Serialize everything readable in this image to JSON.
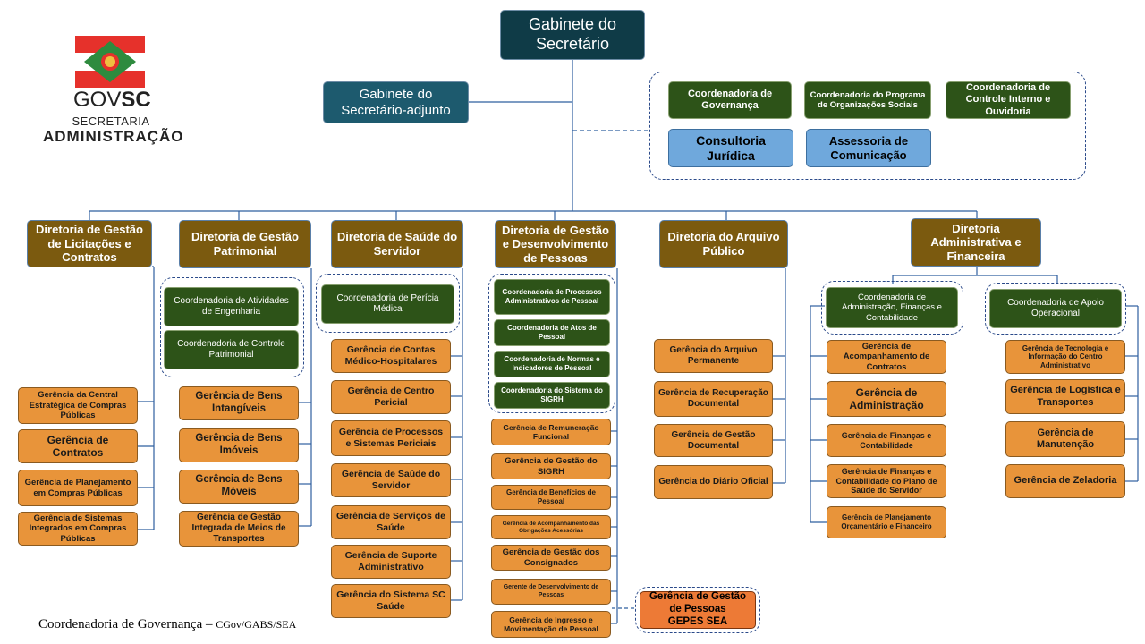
{
  "logo": {
    "brand_prefix": "GOV",
    "brand_suffix": "SC",
    "line1": "SECRETARIA",
    "line2": "ADMINISTRAÇÃO",
    "colors": {
      "red": "#e6312b",
      "green": "#2e8b3e",
      "white": "#ffffff"
    }
  },
  "top": {
    "gabinete": "Gabinete do Secretário",
    "adjunto": "Gabinete do Secretário-adjunto"
  },
  "advisory": {
    "coord_governanca": "Coordenadoria de Governança",
    "coord_organizacoes": "Coordenadoria do Programa de Organizações Sociais",
    "coord_controle": "Coordenadoria de Controle Interno e Ouvidoria",
    "consultoria": "Consultoria Jurídica",
    "assessoria": "Assessoria de Comunicação"
  },
  "directorates": {
    "licitacoes": {
      "title": "Diretoria de Gestão de Licitações e Contratos",
      "gerencias": [
        "Gerência da Central Estratégica de Compras Públicas",
        "Gerência de Contratos",
        "Gerência de Planejamento em Compras Públicas",
        "Gerência de Sistemas Integrados em Compras Públicas"
      ]
    },
    "patrimonial": {
      "title": "Diretoria de Gestão Patrimonial",
      "coordenadorias": [
        "Coordenadoria de Atividades de Engenharia",
        "Coordenadoria de Controle Patrimonial"
      ],
      "gerencias": [
        "Gerência de Bens Intangíveis",
        "Gerência de Bens Imóveis",
        "Gerência de Bens Móveis",
        "Gerência de Gestão Integrada de Meios de Transportes"
      ]
    },
    "saude": {
      "title": "Diretoria de Saúde do Servidor",
      "coordenadorias": [
        "Coordenadoria de Perícia Médica"
      ],
      "gerencias": [
        "Gerência de Contas Médico-Hospitalares",
        "Gerência de Centro Pericial",
        "Gerência de Processos e Sistemas Periciais",
        "Gerência de Saúde do Servidor",
        "Gerência de Serviços de Saúde",
        "Gerência de Suporte Administrativo",
        "Gerência do Sistema SC Saúde"
      ]
    },
    "pessoas": {
      "title": "Diretoria de Gestão e Desenvolvimento de Pessoas",
      "coordenadorias": [
        "Coordenadoria de Processos Administrativos de Pessoal",
        "Coordenadoria de Atos de Pessoal",
        "Coordenadoria de Normas e Indicadores de Pessoal",
        "Coordenadoria do Sistema do SIGRH"
      ],
      "gerencias": [
        "Gerência de Remuneração Funcional",
        "Gerência de Gestão do SIGRH",
        "Gerência de Benefícios de Pessoal",
        "Gerência de Acompanhamento das Obrigações Acessórias",
        "Gerência de Gestão dos Consignados",
        "Gerente de Desenvolvimento de Pessoas",
        "Gerência de Ingresso e Movimentação de Pessoal"
      ],
      "gepes_line1": "Gerência de Gestão de Pessoas",
      "gepes_line2": "GEPES SEA"
    },
    "arquivo": {
      "title": "Diretoria do Arquivo Público",
      "gerencias": [
        "Gerência do Arquivo Permanente",
        "Gerência de Recuperação Documental",
        "Gerência de Gestão Documental",
        "Gerência do Diário Oficial"
      ]
    },
    "administrativa": {
      "title": "Diretoria Administrativa e Financeira",
      "coord_left": "Coordenadoria de Administração, Finanças e Contabilidade",
      "coord_right": "Coordenadoria de Apoio Operacional",
      "gerencias_left": [
        "Gerência de Acompanhamento de Contratos",
        "Gerência de Administração",
        "Gerência de Finanças e Contabilidade",
        "Gerência de Finanças e Contabilidade do Plano de Saúde do Servidor",
        "Gerência de Planejamento Orçamentário e Financeiro"
      ],
      "gerencias_right": [
        "Gerência de Tecnologia e Informação do Centro Administrativo",
        "Gerência de Logística e Transportes",
        "Gerência de Manutenção",
        "Gerência de Zeladoria"
      ]
    }
  },
  "footer": {
    "main": "Coordenadoria de Governança",
    "sep": " – ",
    "small": "CGov/GABS/SEA"
  }
}
